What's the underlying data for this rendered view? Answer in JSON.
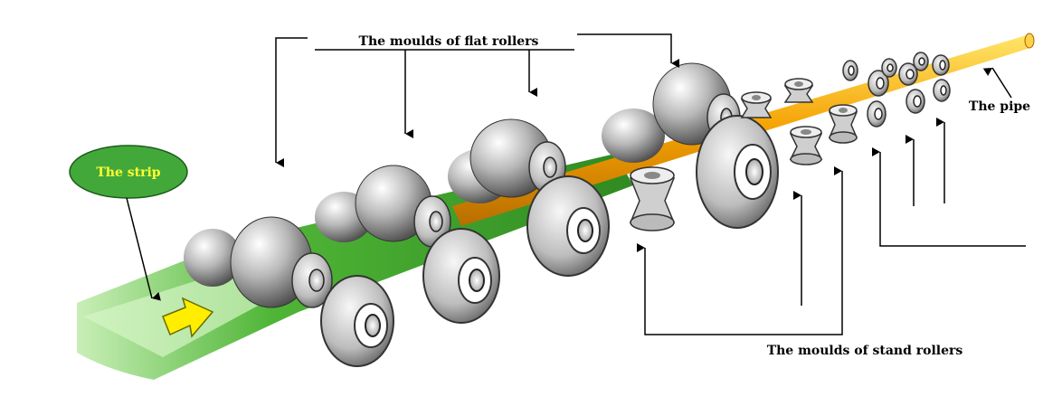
{
  "labels": {
    "flat_rollers": "The moulds of flat rollers",
    "strip": "The strip",
    "pipe": "The pipe",
    "stand_rollers": "The moulds of stand rollers"
  },
  "colors": {
    "strip_green": "#52b83a",
    "strip_light": "#b9e8a4",
    "strip_label_fill": "#43a83a",
    "strip_label_text": "#ffff33",
    "pipe_orange": "#f5a000",
    "pipe_yellow": "#ffd700",
    "arrow_yellow": "#ffee00",
    "roller_mid": "#9a9a9a",
    "roller_dark": "#3a3a3a",
    "roller_light": "#f5f5f5"
  },
  "icons": [
    "direction-arrow-icon"
  ]
}
